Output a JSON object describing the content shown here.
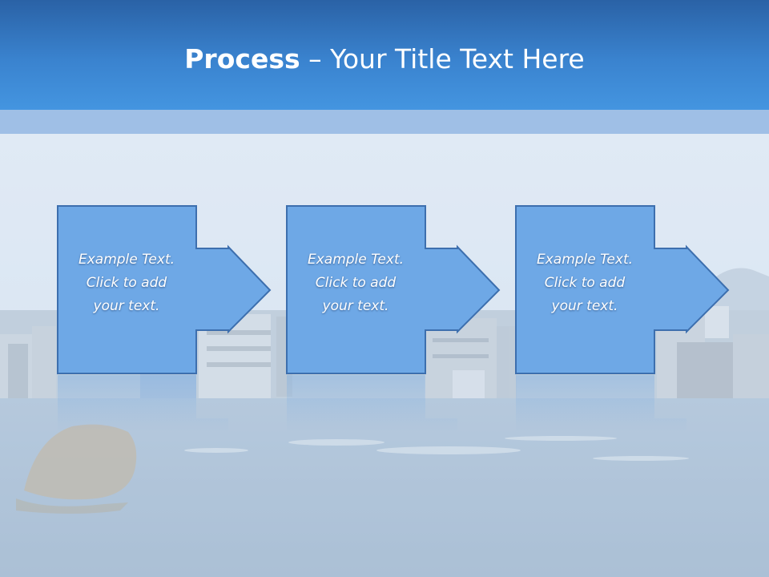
{
  "slide": {
    "title_bold": "Process",
    "title_rest": " – Your Title Text Here"
  },
  "steps": [
    {
      "text": "Example Text.\nClick  to add\nyour text."
    },
    {
      "text": "Example Text.\nClick  to add\nyour text."
    },
    {
      "text": "Example Text.\nClick  to add\nyour text."
    }
  ],
  "colors": {
    "header": "#3a83cf",
    "stripe": "#9fbfe6",
    "box_fill": "#6ea8e6",
    "box_stroke": "#3d6fae"
  }
}
